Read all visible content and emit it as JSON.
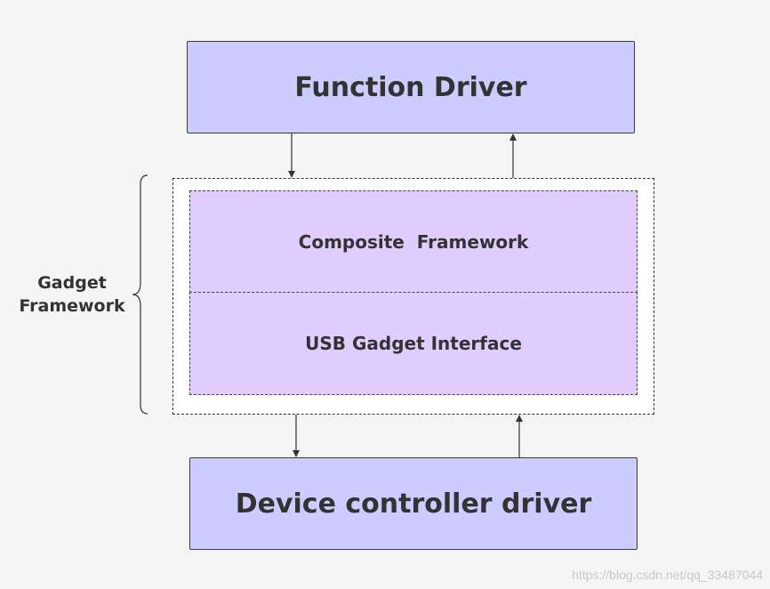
{
  "colors": {
    "driver_fill": "#ccccff",
    "framework_fill": "#e1ccff",
    "outer_fill": "#ffffff",
    "line": "#333333",
    "text": "#333333"
  },
  "function_driver": {
    "label": "Function Driver"
  },
  "gadget_framework": {
    "label_line1": "Gadget",
    "label_line2": "Framework",
    "composite_label": "Composite  Framework",
    "usb_gadget_label": "USB Gadget Interface"
  },
  "device_controller": {
    "label": "Device controller driver"
  },
  "watermark": "https://blog.csdn.net/qq_33487044"
}
